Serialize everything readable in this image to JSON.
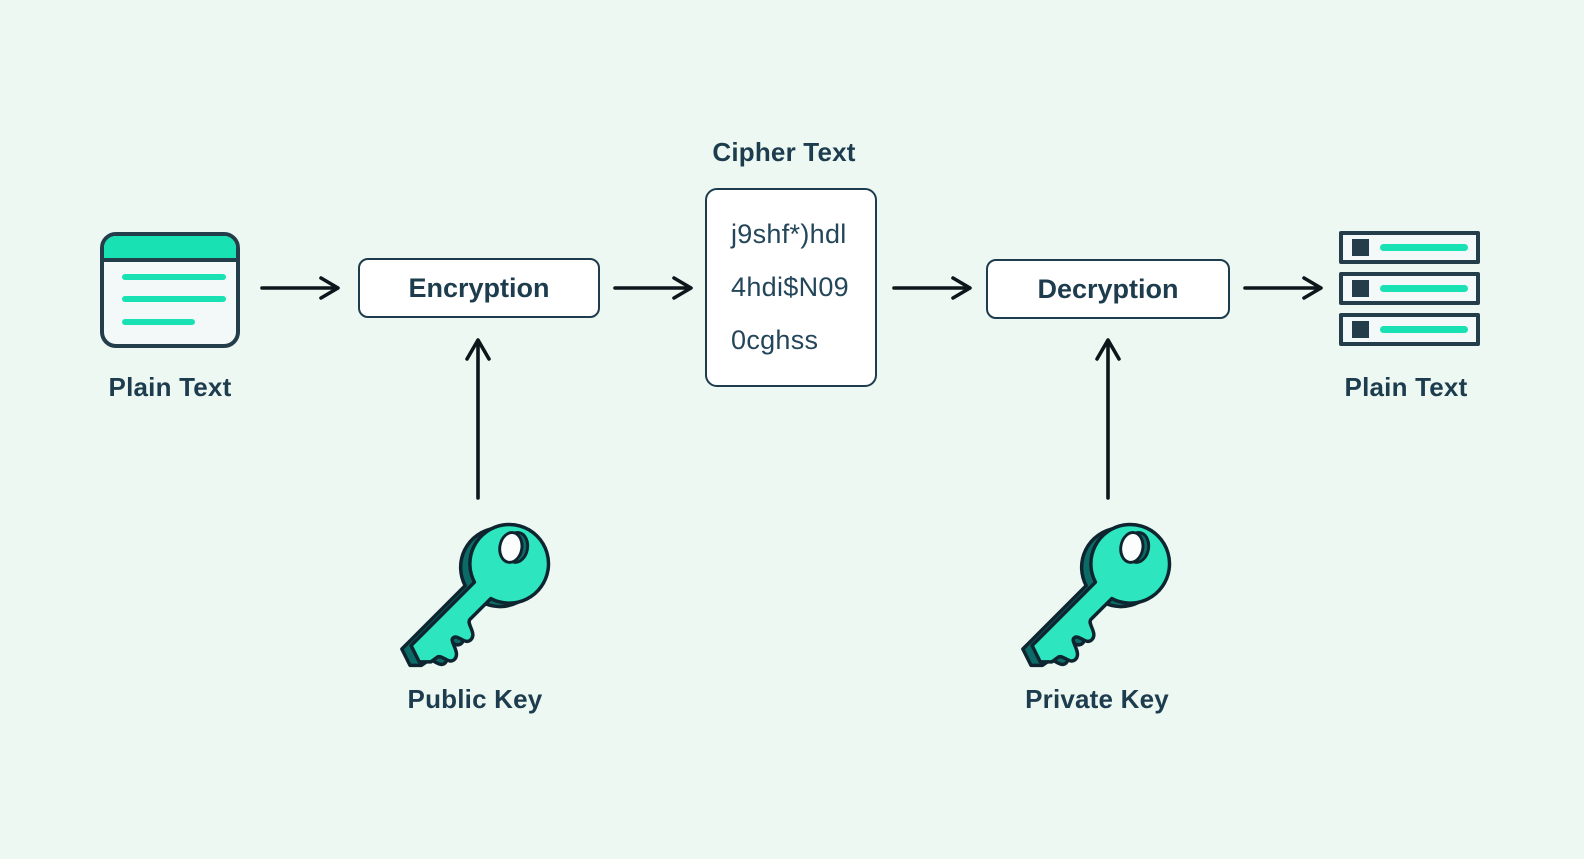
{
  "diagram": {
    "name": "asymmetric-encryption-flow"
  },
  "nodes": {
    "plain_text_source": {
      "label": "Plain Text",
      "icon": "document-icon"
    },
    "encryption": {
      "label": "Encryption"
    },
    "cipher_text": {
      "title": "Cipher Text",
      "lines": [
        "j9shf*)hdl",
        "4hdi$N09",
        "0cghss"
      ]
    },
    "decryption": {
      "label": "Decryption"
    },
    "plain_text_result": {
      "label": "Plain Text",
      "icon": "server-stack-icon"
    },
    "public_key": {
      "label": "Public Key",
      "icon": "key-icon"
    },
    "private_key": {
      "label": "Private Key",
      "icon": "key-icon"
    }
  },
  "colors": {
    "bg": "#edf8f3",
    "accent_teal": "#18e2b4",
    "key_teal": "#2de5bf",
    "key_dark_teal": "#0c6b66",
    "slate": "#1d3c4d",
    "outline": "#233d4b",
    "arrow": "#0d161b",
    "panel_fill": "#ffffff",
    "icon_fill": "#f3f8f8",
    "hole_fill": "#fbfefd"
  }
}
